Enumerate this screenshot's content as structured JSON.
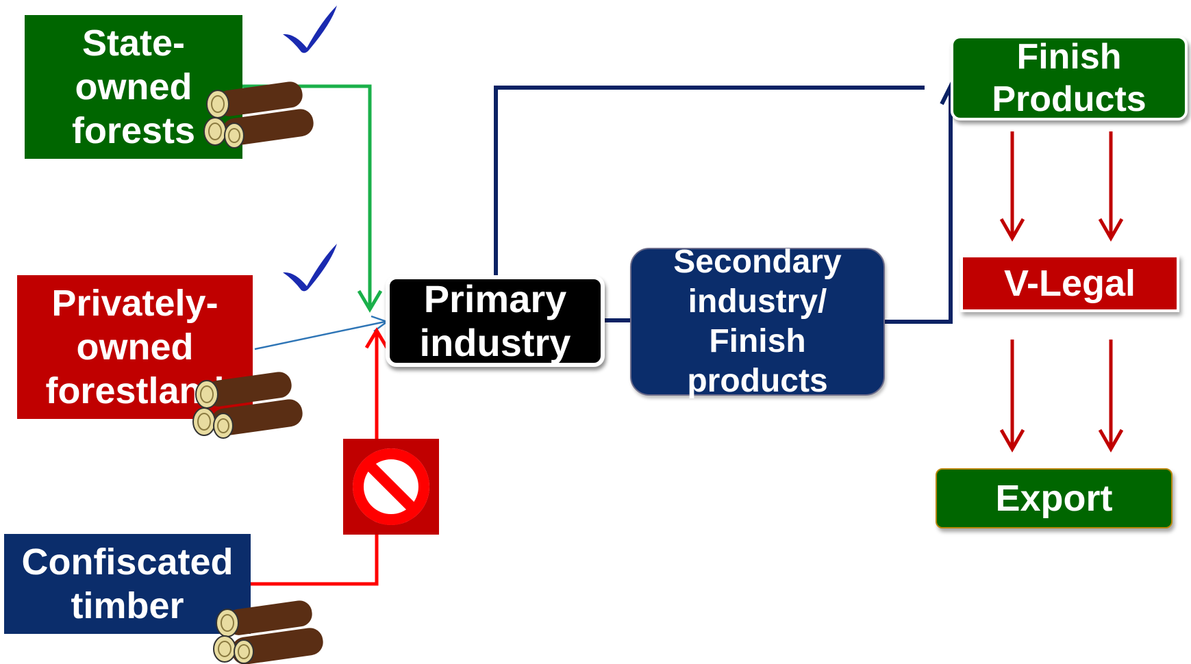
{
  "colors": {
    "green": "#006600",
    "red": "#c00000",
    "navy": "#0b2d6b",
    "black": "#000000",
    "flow_green": "#1ab04a",
    "flow_blue": "#2e75b6",
    "flow_red": "#ff0000",
    "flow_navy": "#0b2264",
    "flow_darkred": "#c00000",
    "check_blue": "#1a2ab0"
  },
  "sources": {
    "state": {
      "label": "State-\nowned\nforests",
      "status": "check-mark-icon"
    },
    "private": {
      "label": "Privately-\nowned\nforestland",
      "status": "check-mark-icon"
    },
    "confiscated": {
      "label": "Confiscated\ntimber",
      "status": "prohibited-icon"
    }
  },
  "processing": {
    "primary": "Primary\nindustry",
    "secondary": "Secondary\nindustry/\nFinish\nproducts"
  },
  "outputs": {
    "finish": "Finish\nProducts",
    "vlegal": "V-Legal",
    "export": "Export"
  },
  "icons": {
    "logs": "timber-logs-icon",
    "check": "check-mark-icon",
    "prohibited": "prohibited-sign-icon"
  }
}
